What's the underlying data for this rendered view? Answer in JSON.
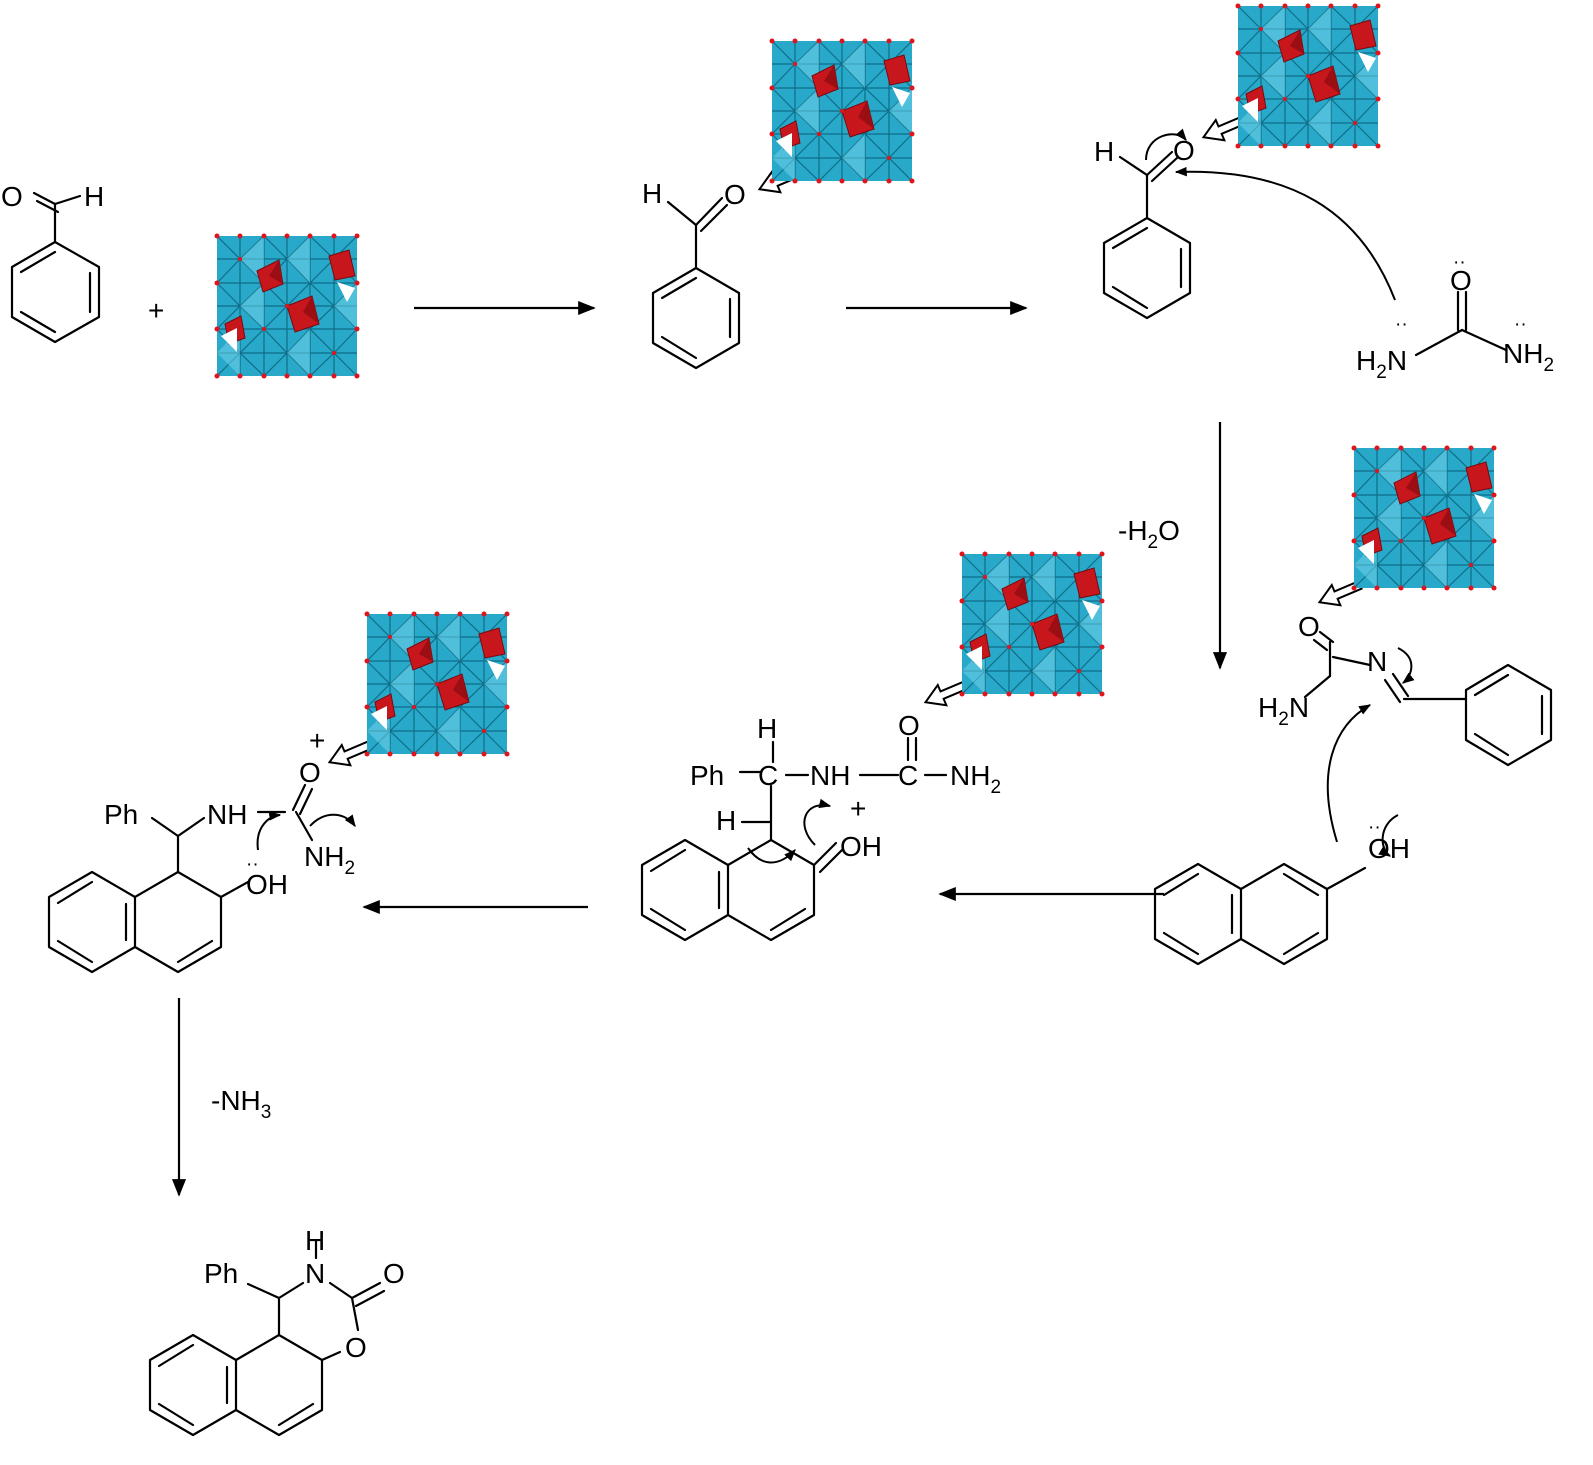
{
  "colors": {
    "cluster_blue": "#29a9c9",
    "cluster_red": "#c8161d",
    "line": "#000000"
  },
  "plus": "+",
  "labels": {
    "O": "O",
    "H": "H",
    "N": "N",
    "NH": "NH",
    "NH_dash": "NH",
    "C": "C",
    "OH": "OH",
    "Ph": "Ph",
    "H2": "H",
    "two": "2",
    "three": "3",
    "plus_charge": "+"
  },
  "reagents": {
    "minus_h2o": "-H",
    "minus_h2o_sub": "2",
    "minus_h2o_tail": "O",
    "minus_nh3": "-NH",
    "minus_nh3_sub": "3"
  },
  "lone_pair": "··"
}
